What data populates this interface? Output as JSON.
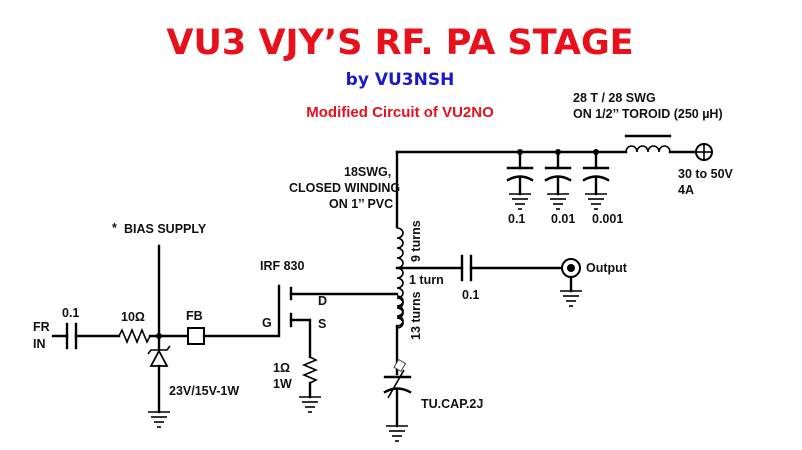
{
  "title": "VU3 VJY’S RF. PA STAGE",
  "byline": "by VU3NSH",
  "subtitle": "Modified Circuit of VU2NO",
  "colors": {
    "title": "#e8101a",
    "byline": "#1a1acc",
    "subtitle": "#e8101a",
    "wire": "#000000"
  },
  "labels": {
    "input": "FR",
    "input2": "IN",
    "c_in": "0.1",
    "r_in": "10Ω",
    "fb": "FB",
    "bias_star": "*",
    "bias": "BIAS SUPPLY",
    "zener": "23V/15V-1W",
    "mosfet": "IRF 830",
    "gate": "G",
    "drain": "D",
    "source": "S",
    "r_src": "1Ω",
    "r_src_w": "1W",
    "coil1": "18SWG,",
    "coil2": "CLOSED WINDING",
    "coil3": "ON 1’’ PVC",
    "turns_top": "9 turns",
    "turns_tap": "1 turn",
    "turns_bot": "13 turns",
    "c_out": "0.1",
    "output": "Output",
    "tcap": "TU.CAP.2J",
    "choke1": "28 T / 28 SWG",
    "choke2": "ON 1/2’’ TOROID (250 µH)",
    "supply1": "30 to 50V",
    "supply2": "4A",
    "cap1": "0.1",
    "cap2": "0.01",
    "cap3": "0.001"
  }
}
